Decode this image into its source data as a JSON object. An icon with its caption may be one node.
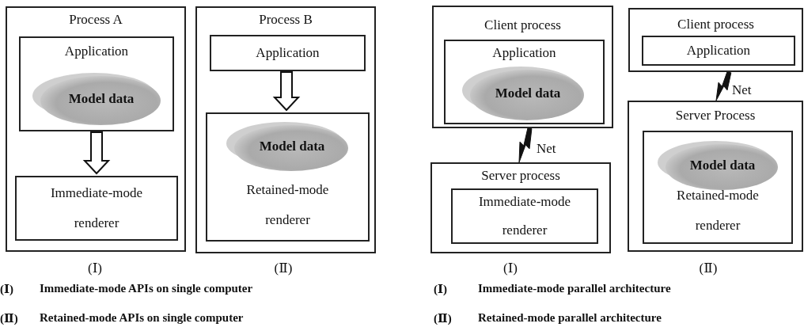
{
  "diagram": {
    "nodes": [
      {
        "text": [
          "Process A"
        ]
      },
      {
        "text": [
          "Application"
        ],
        "in": 0
      },
      {
        "text": [
          "Model data"
        ],
        "in": 1
      },
      {
        "text": [
          "Immediate-mode renderer"
        ],
        "in": 0
      },
      {
        "text": [
          "Process B"
        ]
      },
      {
        "text": [
          "Application"
        ],
        "in": 4
      },
      {
        "text": [
          "Retained-mode renderer"
        ],
        "in": 4
      },
      {
        "text": [
          "Model data"
        ],
        "in": 6
      },
      {
        "text": [
          "Client process"
        ]
      },
      {
        "text": [
          "Application"
        ],
        "in": 8
      },
      {
        "text": [
          "Model data"
        ],
        "in": 9
      },
      {
        "text": [
          "Server process"
        ]
      },
      {
        "text": [
          "Immediate-mode renderer"
        ],
        "in": 11
      },
      {
        "text": [
          "Client process"
        ]
      },
      {
        "text": [
          "Application"
        ],
        "in": 13
      },
      {
        "text": [
          "Server Process"
        ]
      },
      {
        "text": [
          "Retained-mode renderer"
        ],
        "in": 15
      },
      {
        "text": [
          "Model data"
        ],
        "in": 16
      }
    ],
    "edges": [
      {
        "from": 1,
        "to": 3,
        "arrow": "to"
      },
      {
        "from": 5,
        "to": 6,
        "arrow": "to"
      },
      {
        "from": 8,
        "to": 11,
        "arrow": "none",
        "label": "Net",
        "style": "thick"
      },
      {
        "from": 13,
        "to": 15,
        "arrow": "none",
        "label": "Net",
        "style": "thick"
      }
    ],
    "labels": [
      "(Ⅰ)",
      "(Ⅱ)",
      "(Ⅰ)",
      "(Ⅱ)",
      "(Ⅰ)",
      "Immediate-mode APIs on single computer",
      "(Ⅰ)",
      "Immediate-mode parallel architecture",
      "(Ⅱ)",
      "Retained-mode APIs on single computer",
      "(Ⅱ)",
      "Retained-mode parallel architecture"
    ]
  }
}
